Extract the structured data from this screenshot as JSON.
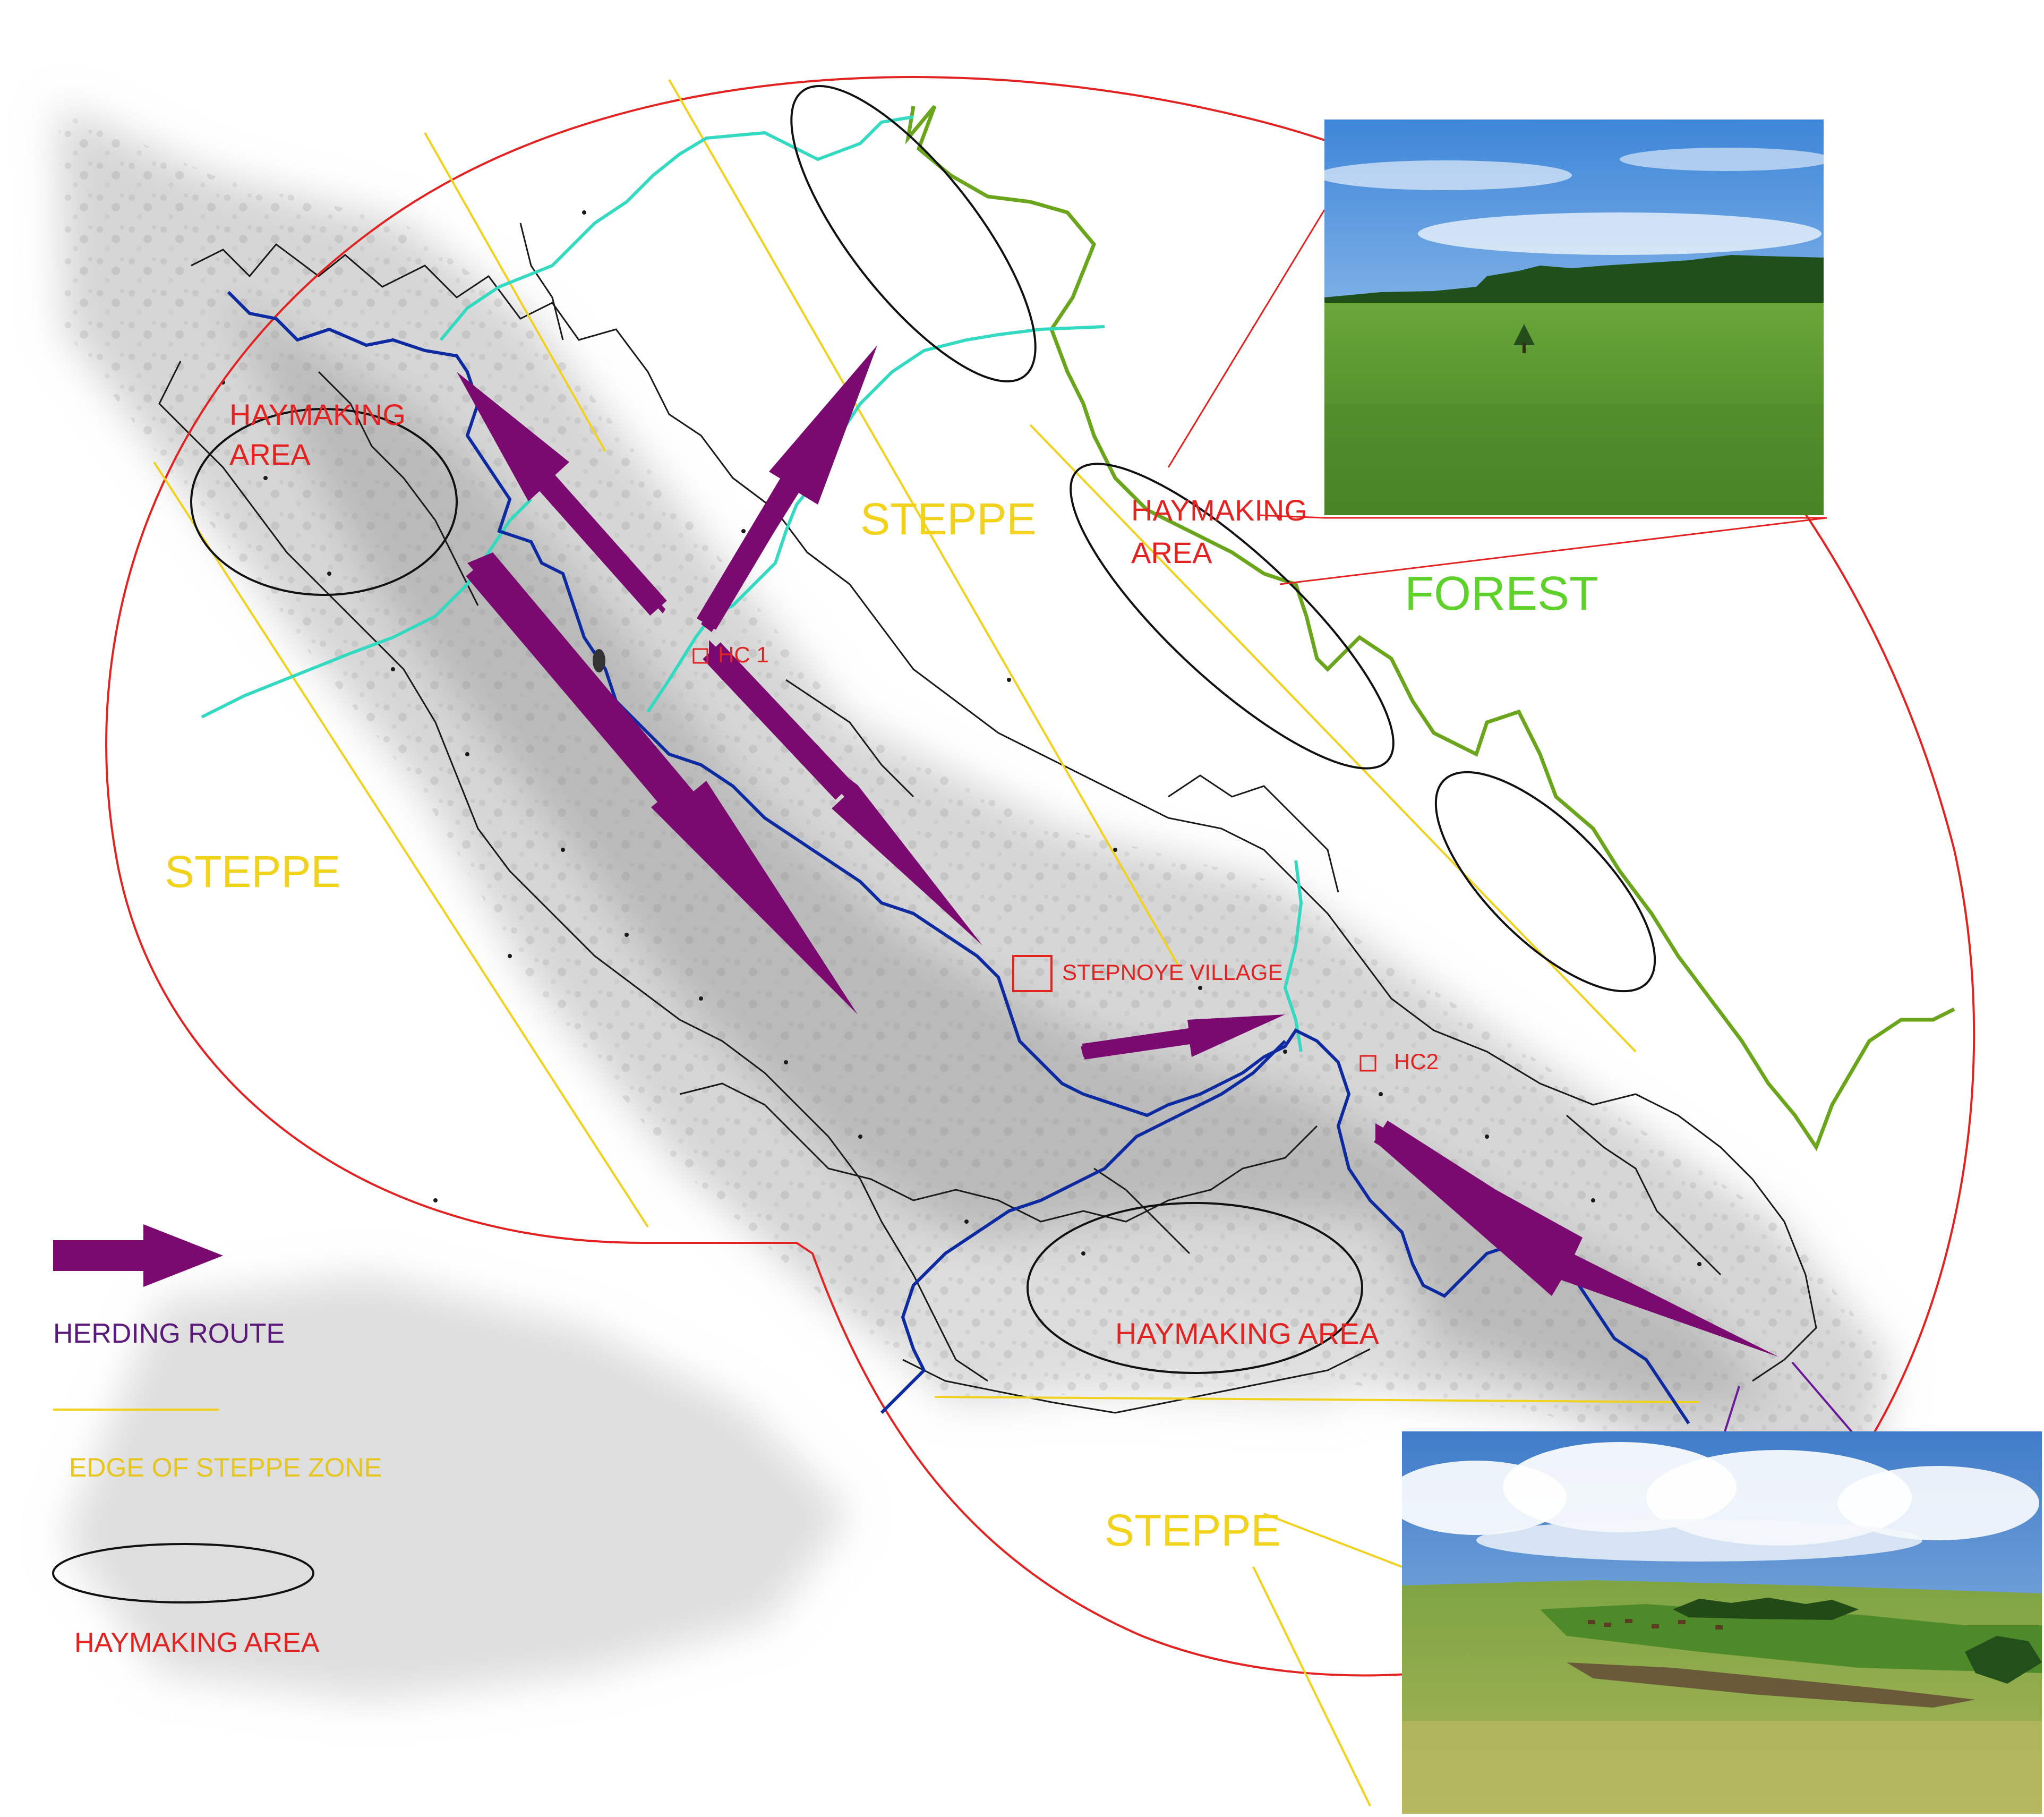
{
  "labels": {
    "steppe_north": "STEPPE",
    "steppe_west": "STEPPE",
    "steppe_south": "STEPPE",
    "forest": "FOREST",
    "hay_nw_line1": "HAYMAKING",
    "hay_nw_line2": "AREA",
    "hay_ne_line1": "HAYMAKING",
    "hay_ne_line2": "AREA",
    "hay_south": "HAYMAKING AREA",
    "hc1": "HC 1",
    "hc2": "HC2",
    "village": "STEPNOYE VILLAGE"
  },
  "legend": {
    "herding_route": "HERDING ROUTE",
    "edge_steppe": "EDGE OF STEPPE ZONE",
    "haymaking": "HAYMAKING AREA"
  },
  "photos": {
    "top_right": "forest-meadow-photo",
    "bottom_right": "steppe-herd-photo"
  },
  "colors": {
    "route": "#7a0a70",
    "river": "#0d2aa0",
    "stream": "#33d9c0",
    "forest_edge": "#6aa51c",
    "steppe_edge": "#f0d21e",
    "study_circle": "#e32222",
    "haymaking": "#111111"
  }
}
